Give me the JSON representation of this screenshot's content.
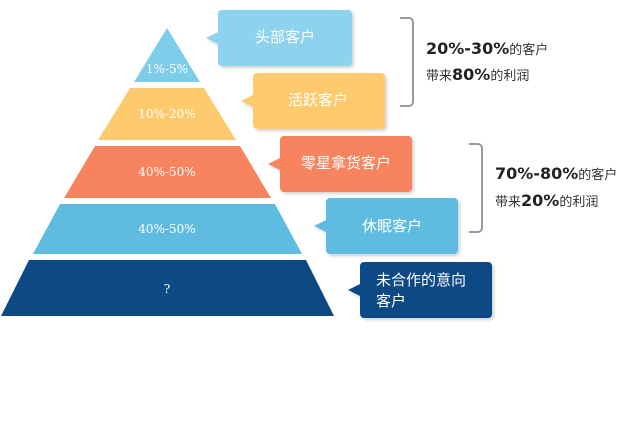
{
  "pyramid": {
    "tiers": [
      {
        "label": "1%-5%",
        "color": "#7DCDEA"
      },
      {
        "label": "10%-20%",
        "color": "#FDCB6E"
      },
      {
        "label": "40%-50%",
        "color": "#F7845E"
      },
      {
        "label": "40%-50%",
        "color": "#5FBCE0"
      },
      {
        "label": "?",
        "color": "#0D4A84"
      }
    ]
  },
  "callouts": [
    {
      "lines": [
        "头部客户"
      ],
      "color": "#8DD3EE"
    },
    {
      "lines": [
        "活跃客户"
      ],
      "color": "#FDCB6E"
    },
    {
      "lines": [
        "零星拿货客户"
      ],
      "color": "#F7845E"
    },
    {
      "lines": [
        "休眠客户"
      ],
      "color": "#5FBCE0"
    },
    {
      "lines": [
        "未合作的意向",
        "客户"
      ],
      "color": "#0D4A84"
    }
  ],
  "brackets": [
    {
      "line1": {
        "strong": "20%-30%",
        "rest": "的客户"
      },
      "line2": {
        "prefix": "带来",
        "strong": "80%",
        "rest": "的利润"
      }
    },
    {
      "line1": {
        "strong": "70%-80%",
        "rest": "的客户"
      },
      "line2": {
        "prefix": "带来",
        "strong": "20%",
        "rest": "的利润"
      }
    }
  ],
  "colors": {
    "bracket": "#9a9a9a",
    "text": "#333333"
  }
}
